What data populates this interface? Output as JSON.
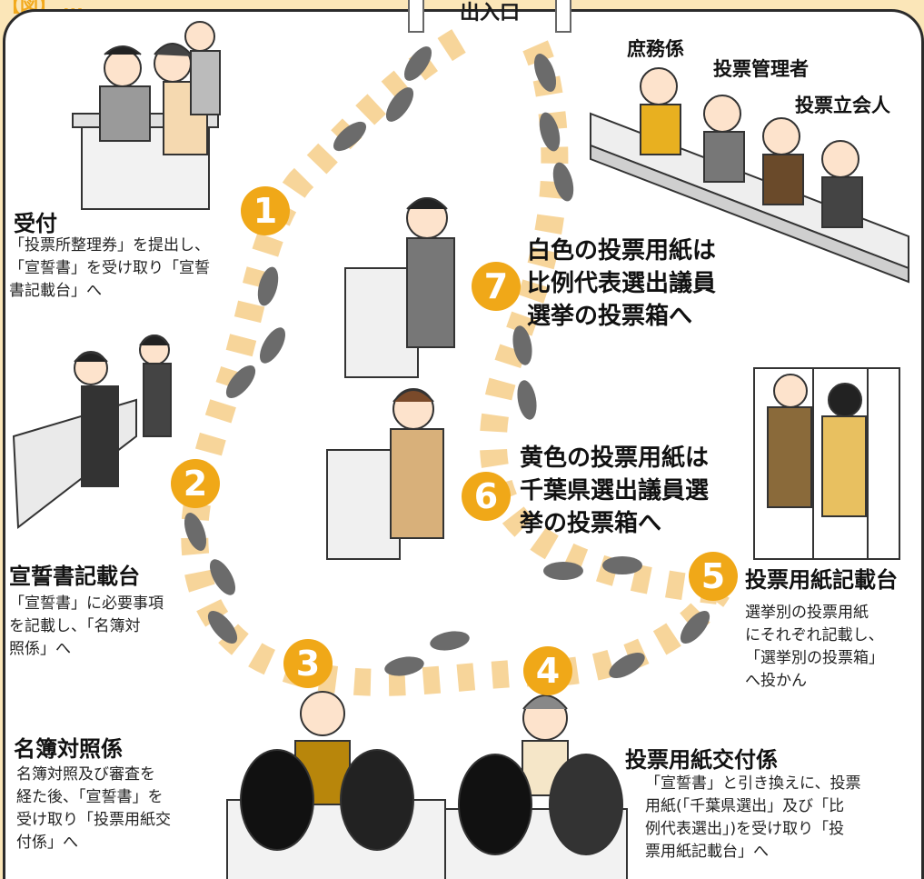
{
  "header": {
    "partial_label": "【図】 ...",
    "entrance": "出入口"
  },
  "officials": {
    "clerk": "庶務係",
    "manager": "投票管理者",
    "witness": "投票立会人"
  },
  "steps": [
    {
      "num": "1",
      "title": "受付",
      "desc": "「投票所整理券」を提出し、\n「宣誓書」を受け取り「宣誓\n書記載台」へ"
    },
    {
      "num": "2",
      "title": "宣誓書記載台",
      "desc": "「宣誓書」に必要事項\nを記載し、「名簿対\n照係」へ"
    },
    {
      "num": "3",
      "title": "名簿対照係",
      "desc": "名簿対照及び審査を\n経た後、「宣誓書」を\n受け取り「投票用紙交\n付係」へ"
    },
    {
      "num": "4",
      "title": "投票用紙交付係",
      "desc": "「宣誓書」と引き換えに、投票\n用紙(「千葉県選出」及び「比\n例代表選出」)を受け取り「投\n票用紙記載台」へ"
    },
    {
      "num": "5",
      "title": "投票用紙記載台",
      "desc": "選挙別の投票用紙\nにそれぞれ記載し、\n「選挙別の投票箱」\nへ投かん"
    },
    {
      "num": "6",
      "title": "",
      "desc": "黄色の投票用紙は\n千葉県選出議員選\n挙の投票箱へ"
    },
    {
      "num": "7",
      "title": "",
      "desc": "白色の投票用紙は\n比例代表選出議員\n選挙の投票箱へ"
    }
  ],
  "colors": {
    "path": "#f7d59a",
    "badge": "#f0a818",
    "footprint": "#6b6b6b",
    "background": "#fbe6b8"
  }
}
